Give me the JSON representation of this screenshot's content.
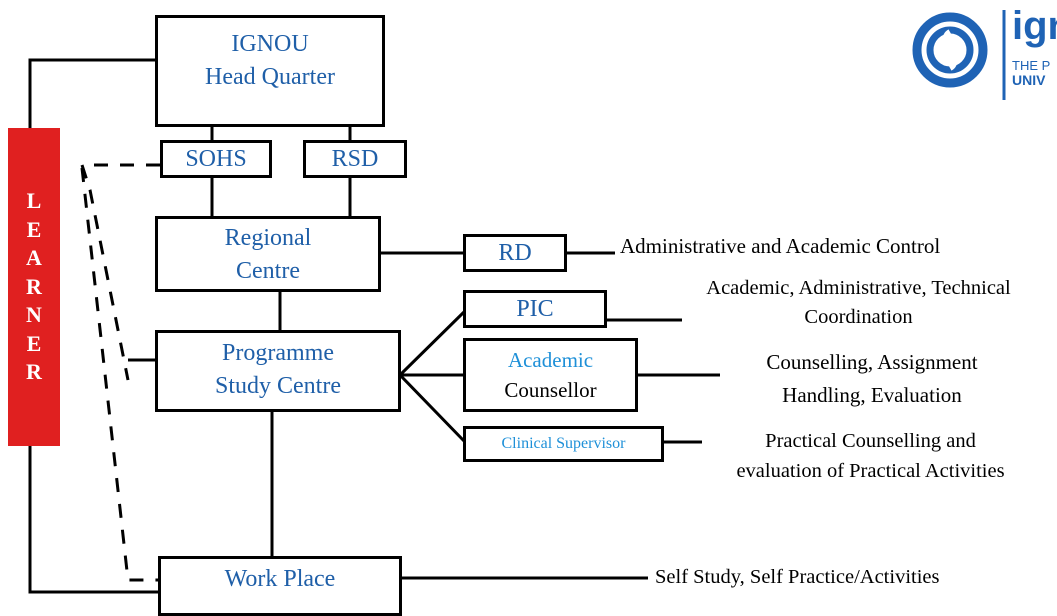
{
  "learner": {
    "letters": [
      "L",
      "E",
      "A",
      "R",
      "N",
      "E",
      "R"
    ]
  },
  "nodes": {
    "hq": {
      "line1": "IGNOU",
      "line2": "Head  Quarter"
    },
    "sohs": "SOHS",
    "rsd": "RSD",
    "rc": {
      "line1": "Regional",
      "line2": "Centre"
    },
    "rd": "RD",
    "psc": {
      "line1": "Programme",
      "line2": "Study Centre"
    },
    "pic": "PIC",
    "counsellor": {
      "line1": "Academic",
      "line2": "Counsellor"
    },
    "clinical": "Clinical Supervisor",
    "work": "Work  Place"
  },
  "roles": {
    "rd": "Administrative and Academic Control",
    "pic": {
      "line1": "Academic, Administrative, Technical",
      "line2": "Coordination"
    },
    "counsellor": {
      "line1": "Counselling, Assignment",
      "line2": "Handling,  Evaluation"
    },
    "clinical": {
      "line1": "Practical Counselling and",
      "line2": "evaluation of Practical Activities"
    },
    "work": "Self Study, Self Practice/Activities"
  },
  "logo": {
    "brand": "ign",
    "tag1": "THE P",
    "tag2": "UNIV"
  },
  "colors": {
    "node_text": "#1f5fa8",
    "learner_bg": "#e02020",
    "clinical_text": "#1e90d8"
  }
}
